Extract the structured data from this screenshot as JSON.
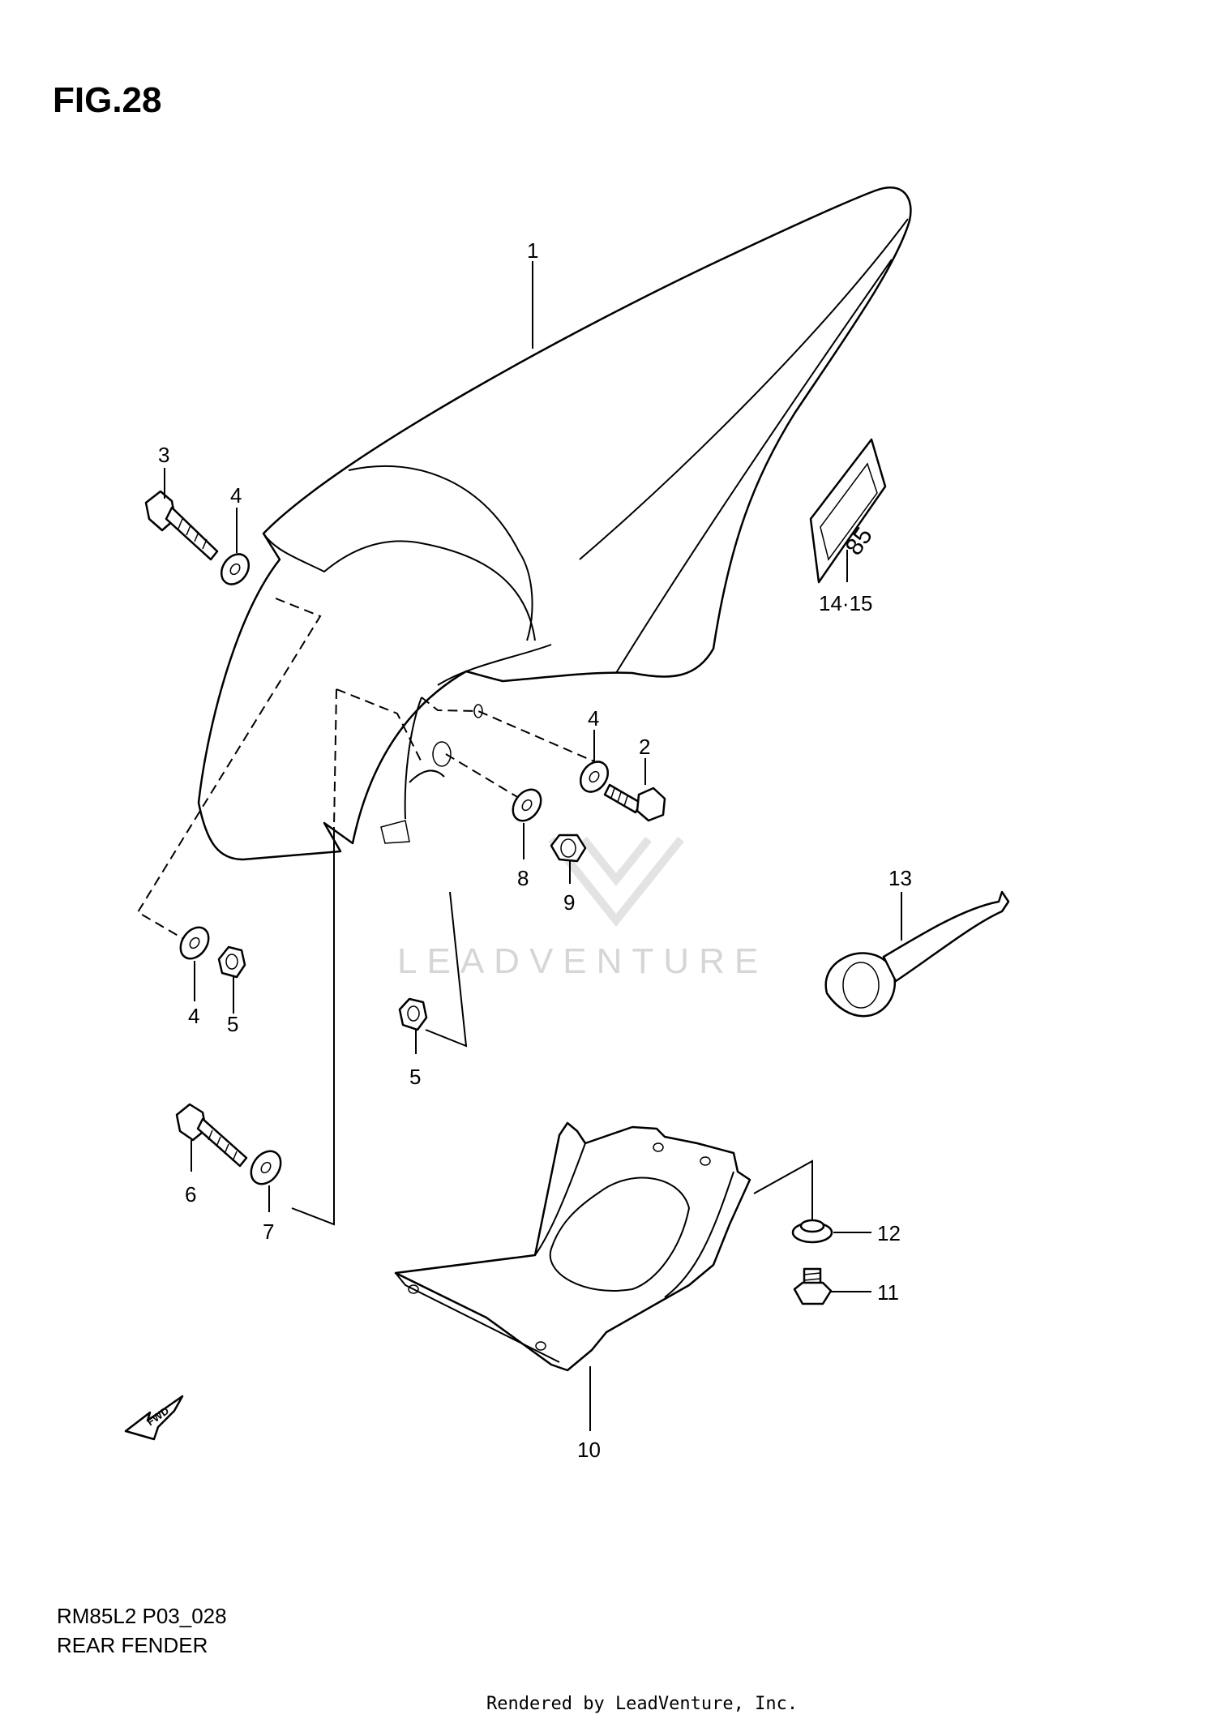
{
  "figure": {
    "title": "FIG.28"
  },
  "callouts": [
    {
      "id": "1",
      "label": "1"
    },
    {
      "id": "2",
      "label": "2"
    },
    {
      "id": "3",
      "label": "3"
    },
    {
      "id": "4a",
      "label": "4"
    },
    {
      "id": "4b",
      "label": "4"
    },
    {
      "id": "4c",
      "label": "4"
    },
    {
      "id": "5a",
      "label": "5"
    },
    {
      "id": "5b",
      "label": "5"
    },
    {
      "id": "6",
      "label": "6"
    },
    {
      "id": "7",
      "label": "7"
    },
    {
      "id": "8",
      "label": "8"
    },
    {
      "id": "9",
      "label": "9"
    },
    {
      "id": "10",
      "label": "10"
    },
    {
      "id": "11",
      "label": "11"
    },
    {
      "id": "12",
      "label": "12"
    },
    {
      "id": "13",
      "label": "13"
    },
    {
      "id": "1415",
      "label": "14·15"
    }
  ],
  "direction_arrow": {
    "label": "FWD"
  },
  "watermark": {
    "text": "LEADVENTURE"
  },
  "footer": {
    "model_code": "RM85L2 P03_028",
    "section_name": "REAR FENDER",
    "rendered_by": "Rendered by LeadVenture, Inc."
  }
}
